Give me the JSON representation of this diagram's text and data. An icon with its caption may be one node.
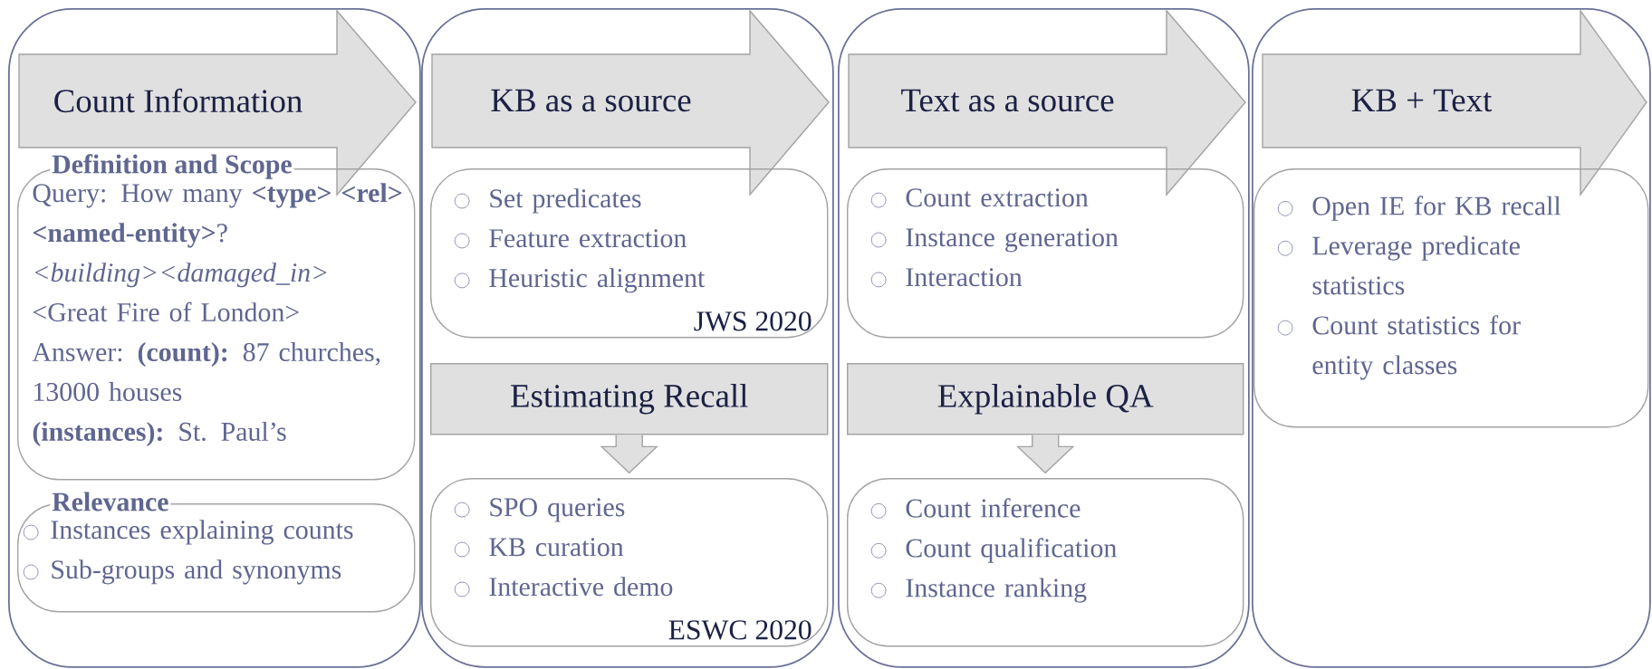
{
  "diagram": {
    "nodes": [
      {
        "text": [],
        "shape": "box"
      },
      {
        "text": [
          "Count Information"
        ],
        "in": 0
      },
      {
        "text": [
          "Definition and Scope",
          "Query: How many **<type> <rel> <named-entity>**?",
          "*<building><damaged_in>*",
          "<Great Fire of London>",
          "Answer: **(count):** 87 churches, 13000 houses",
          "**(instances):** St. Paul’s"
        ],
        "in": 0
      },
      {
        "text": [
          "Relevance",
          "Instances explaining counts",
          "Sub-groups and synonyms"
        ],
        "in": 0
      },
      {
        "text": [],
        "shape": "box"
      },
      {
        "text": [
          "KB as a source"
        ],
        "in": 4
      },
      {
        "text": [
          "Set predicates",
          "Feature extraction",
          "Heuristic alignment",
          "JWS 2020"
        ],
        "in": 4
      },
      {
        "text": [
          "Estimating Recall"
        ],
        "in": 4
      },
      {
        "text": [
          "SPO queries",
          "KB curation",
          "Interactive demo",
          "ESWC 2020"
        ],
        "in": 4
      },
      {
        "text": [],
        "shape": "box"
      },
      {
        "text": [
          "Text as a source"
        ],
        "in": 9
      },
      {
        "text": [
          "Count extraction",
          "Instance generation",
          "Interaction"
        ],
        "in": 9
      },
      {
        "text": [
          "Explainable QA"
        ],
        "in": 9
      },
      {
        "text": [
          "Count inference",
          "Count qualification",
          "Instance ranking"
        ],
        "in": 9
      },
      {
        "text": [],
        "shape": "box"
      },
      {
        "text": [
          "KB + Text"
        ],
        "in": 14
      },
      {
        "text": [
          "Open IE for KB recall",
          "Leverage predicate statistics",
          "Count statistics for entity classes"
        ],
        "in": 14
      }
    ],
    "edges": [
      {
        "from": 7,
        "to": 8,
        "arrow": "to"
      },
      {
        "from": 12,
        "to": 13,
        "arrow": "to"
      }
    ]
  }
}
